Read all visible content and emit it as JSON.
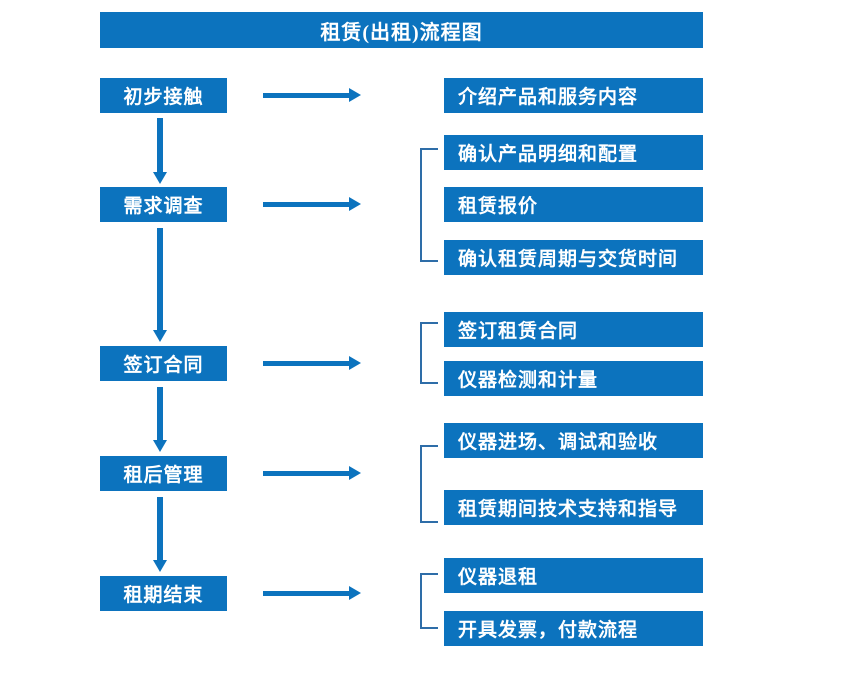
{
  "chart_data": {
    "type": "diagram",
    "title": "租赁(出租)流程图",
    "orientation": "vertical-flow-with-detail-branches",
    "accent_color": "#0C73BE",
    "brace_color": "#2E6DA8",
    "text_color": "#FFFFFF",
    "background": "#FFFFFF",
    "stage_count": 5,
    "detail_count": 10
  },
  "diagram": {
    "title": "租赁(出租)流程图",
    "stages": [
      {
        "id": "stage-1",
        "label": "初步接触",
        "arrow": "arrow-right",
        "has_brace": false,
        "details": [
          {
            "label": "介绍产品和服务内容"
          }
        ]
      },
      {
        "id": "stage-2",
        "label": "需求调查",
        "arrow": "arrow-right",
        "has_brace": true,
        "details": [
          {
            "label": "确认产品明细和配置"
          },
          {
            "label": "租赁报价"
          },
          {
            "label": "确认租赁周期与交货时间"
          }
        ]
      },
      {
        "id": "stage-3",
        "label": "签订合同",
        "arrow": "arrow-right",
        "has_brace": true,
        "details": [
          {
            "label": "签订租赁合同"
          },
          {
            "label": "仪器检测和计量"
          }
        ]
      },
      {
        "id": "stage-4",
        "label": "租后管理",
        "arrow": "arrow-right",
        "has_brace": true,
        "details": [
          {
            "label": "仪器进场、调试和验收"
          },
          {
            "label": "租赁期间技术支持和指导"
          }
        ]
      },
      {
        "id": "stage-5",
        "label": "租期结束",
        "arrow": "arrow-right",
        "has_brace": true,
        "details": [
          {
            "label": "仪器退租"
          },
          {
            "label": "开具发票，付款流程"
          }
        ]
      }
    ],
    "connectors": [
      {
        "from": "初步接触",
        "to": "需求调查",
        "type": "arrow-down"
      },
      {
        "from": "需求调查",
        "to": "签订合同",
        "type": "arrow-down"
      },
      {
        "from": "签订合同",
        "to": "租后管理",
        "type": "arrow-down"
      },
      {
        "from": "租后管理",
        "to": "租期结束",
        "type": "arrow-down"
      }
    ]
  }
}
